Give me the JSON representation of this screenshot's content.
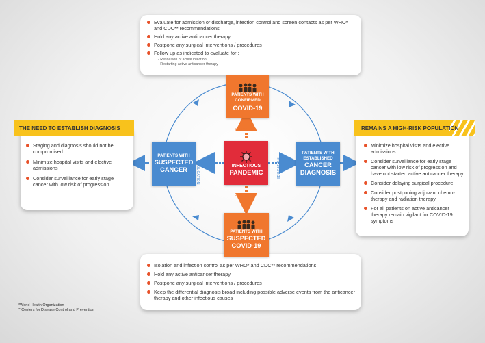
{
  "top_card": {
    "items": [
      "Evaluate for admission or discharge, infection control and screen contacts as per WHO* and CDC** recommendations",
      "Hold any active anticancer therapy",
      "Postpone any surgical interventions / procedures",
      "Follow up as indicated to evaluate for :"
    ],
    "sub_items": [
      "Resolution of active infection",
      "Restarting active anticancer therapy"
    ]
  },
  "bottom_card": {
    "items": [
      "Isolation and infection control as per WHO* and CDC** recommendations",
      "Hold any active anticancer therapy",
      "Postpone any surgical interventions / procedures",
      "Keep the differential diagnosis broad including possible adverse events from the anticancer therapy and other infectious causes"
    ]
  },
  "left_card": {
    "title": "THE NEED TO ESTABLISH DIAGNOSIS",
    "items": [
      "Staging and diagnosis should not be compromised",
      "Minimize hospital visits and elective admissions",
      "Consider surveillance for early stage cancer with low risk of progression"
    ]
  },
  "right_card": {
    "title": "REMAINS A HIGH-RISK POPULATION",
    "items": [
      "Minimize hospital visits and elective admissions",
      "Consider surveillance for early stage cancer with low risk of progression and have not started active anticancer therapy",
      "Consider delaying surgical procedure",
      "Consider postponing adjuvant chemo-therapy and radiation therapy",
      "For all patients on active anticancer therapy remain vigilant for COVID-19 symptoms"
    ]
  },
  "boxes": {
    "confirmed": {
      "line1": "PATIENTS WITH",
      "line2": "CONFIRMED",
      "line3": "COVID-19"
    },
    "suspected_covid": {
      "line1": "PATIENTS WITH",
      "line2": "SUSPECTED",
      "line3": "COVID-19"
    },
    "suspected_cancer": {
      "line1": "PATIENTS WITH",
      "line2": "SUSPECTED",
      "line3": "CANCER"
    },
    "established": {
      "line1": "PATIENTS WITH",
      "line2": "ESTABLISHED",
      "line3": "CANCER",
      "line4": "DIAGNOSIS"
    },
    "pandemic": {
      "line1": "INFECTIOUS",
      "line2": "PANDEMIC"
    }
  },
  "education_label": "EDUCATION",
  "footnotes": [
    "*World Health Organization",
    "**Centers for Disease Control and Prevention"
  ],
  "colors": {
    "orange": "#f0772e",
    "blue": "#4a8bd0",
    "red": "#e12c3a",
    "yellow": "#f8c21c",
    "bullet": "#e8522a"
  },
  "icons": [
    "people-group-icon",
    "virus-icon"
  ]
}
